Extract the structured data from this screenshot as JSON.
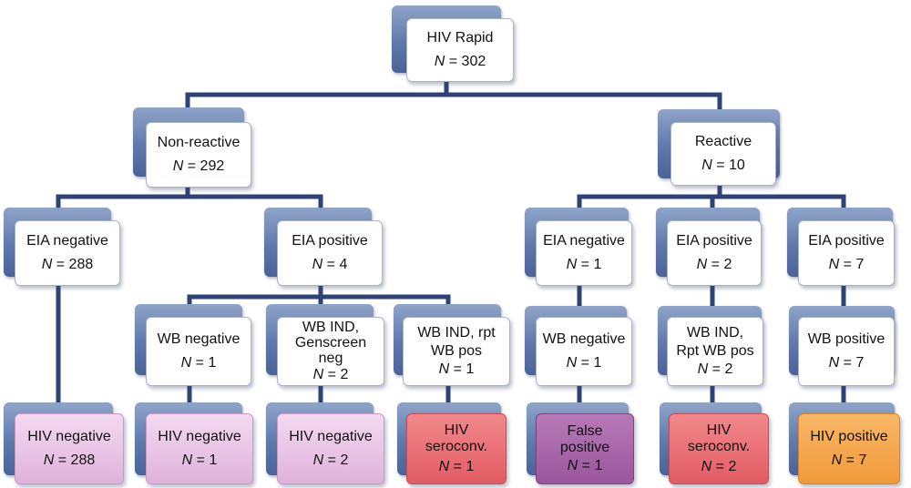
{
  "nodes": {
    "root": {
      "label": "HIV Rapid",
      "n": "302"
    },
    "nonreactive": {
      "label": "Non-reactive",
      "n": "292"
    },
    "reactive": {
      "label": "Reactive",
      "n": "10"
    },
    "nr_eia_neg": {
      "label": "EIA negative",
      "n": "288"
    },
    "nr_eia_pos": {
      "label": "EIA positive",
      "n": "4"
    },
    "r_eia_neg": {
      "label": "EIA negative",
      "n": "1"
    },
    "r_eia_pos2": {
      "label": "EIA positive",
      "n": "2"
    },
    "r_eia_pos7": {
      "label": "EIA positive",
      "n": "7"
    },
    "wb_neg1": {
      "label": "WB negative",
      "n": "1"
    },
    "wb_ind_gen": {
      "label": "WB IND, Genscreen neg",
      "n": "2"
    },
    "wb_ind_rpt1": {
      "label": "WB IND, rpt  WB pos",
      "n": "1"
    },
    "r_wb_neg": {
      "label": "WB negative",
      "n": "1"
    },
    "r_wb_ind": {
      "label": "WB IND, Rpt WB pos",
      "n": "2"
    },
    "r_wb_pos": {
      "label": "WB positive",
      "n": "7"
    },
    "out_neg288": {
      "label": "HIV negative",
      "n": "288"
    },
    "out_neg1": {
      "label": "HIV negative",
      "n": "1"
    },
    "out_neg2": {
      "label": "HIV negative",
      "n": "2"
    },
    "out_sero1": {
      "label": "HIV seroconv.",
      "n": "1"
    },
    "out_falsepos": {
      "label": "False positive",
      "n": "1"
    },
    "out_sero2": {
      "label": "HIV seroconv.",
      "n": "2"
    },
    "out_pos7": {
      "label": "HIV positive",
      "n": "7"
    }
  },
  "n_prefix": "N",
  "n_equals": " = ",
  "colors": {
    "connector": "#2e4277",
    "shadow": "#5f79ac",
    "hiv_negative": "#e6c0e2",
    "seroconversion": "#e8686e",
    "false_positive": "#a664a8",
    "hiv_positive": "#f4a34a"
  }
}
